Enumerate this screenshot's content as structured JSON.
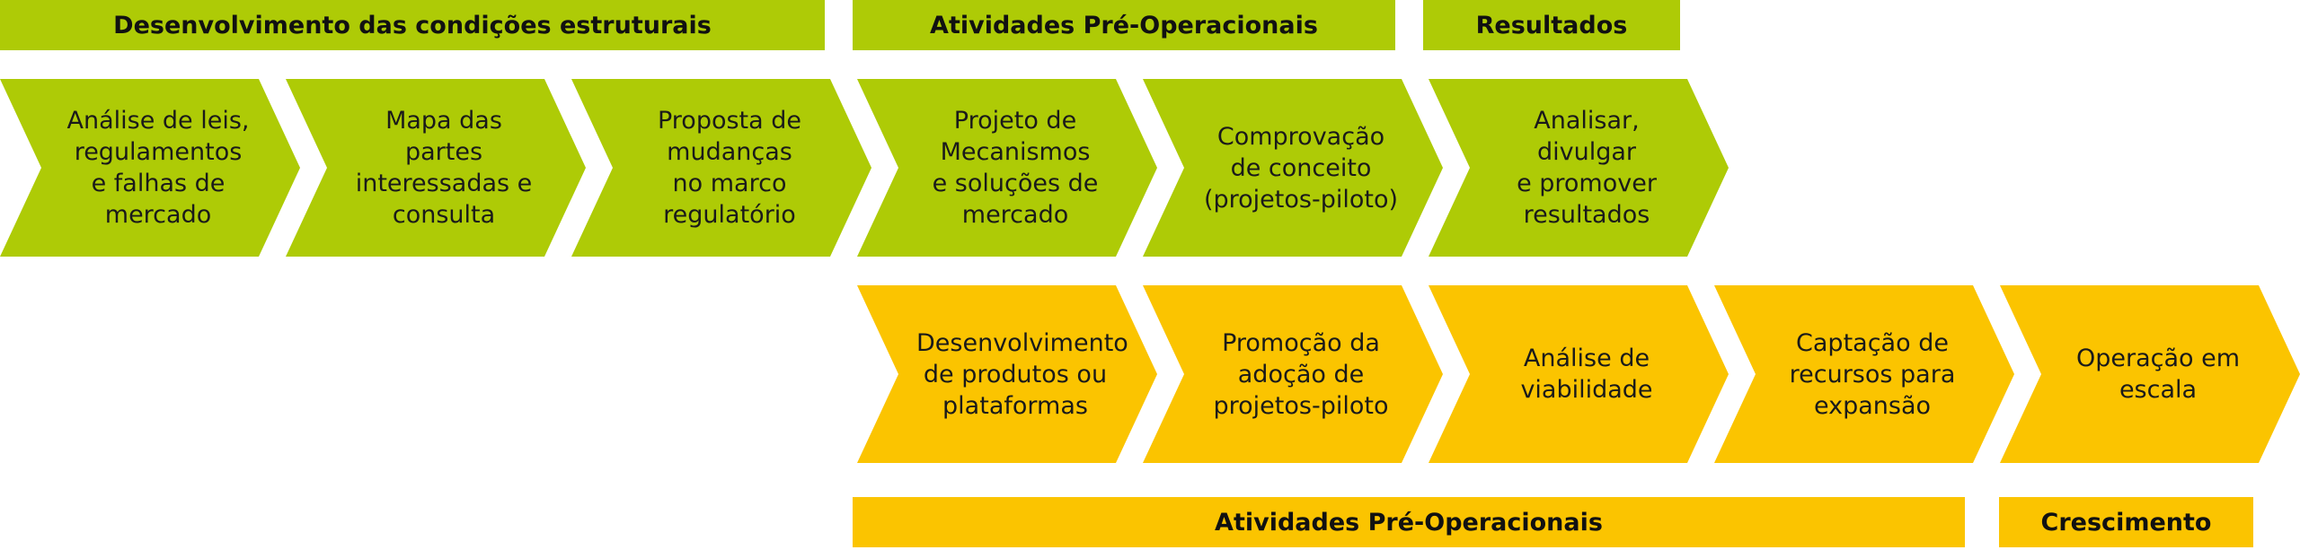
{
  "headers_top": {
    "estruturais": "Desenvolvimento das condições estruturais",
    "pre_operacionais": "Atividades Pré-Operacionais",
    "resultados": "Resultados"
  },
  "row_top": [
    "Análise de leis,\nregulamentos\ne falhas de\nmercado",
    "Mapa das partes\ninteressadas e\nconsulta",
    "Proposta de\nmudanças\nno marco\nregulatório",
    "Projeto de\nMecanismos\ne soluções de\nmercado",
    "Comprovação\nde conceito\n(projetos-piloto)",
    "Analisar, divulgar\ne promover\nresultados"
  ],
  "row_bottom": [
    "Desenvolvimento\nde produtos ou\nplataformas",
    "Promoção da\nadoção de\nprojetos-piloto",
    "Análise de\nviabilidade",
    "Captação de\nrecursos para\nexpansão",
    "Operação em\nescala"
  ],
  "footers_bottom": {
    "pre_operacionais": "Atividades Pré-Operacionais",
    "crescimento": "Crescimento"
  },
  "colors": {
    "green": "#aecb06",
    "yellow": "#fbc400"
  }
}
